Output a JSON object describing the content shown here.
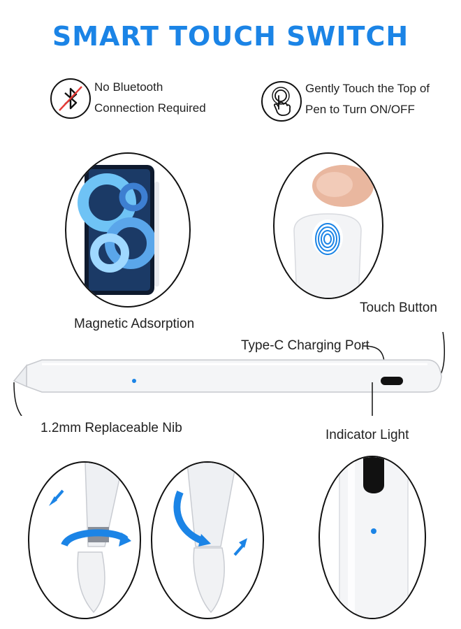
{
  "header": {
    "title": "SMART TOUCH SWITCH"
  },
  "features": [
    {
      "line1": "No Bluetooth",
      "line2": "Connection Required",
      "icon": "bluetooth-off-icon"
    },
    {
      "line1": "Gently Touch the Top of",
      "line2": "Pen to Turn ON/OFF",
      "icon": "touch-finger-icon"
    }
  ],
  "callouts": {
    "magnetic": "Magnetic Adsorption",
    "touch_button": "Touch Button",
    "type_c": "Type-C Charging Port",
    "nib": "1.2mm Replaceable Nib",
    "indicator": "Indicator Light"
  },
  "colors": {
    "accent": "#1b84e6",
    "pen": "#f4f5f7",
    "outline": "#111111"
  }
}
